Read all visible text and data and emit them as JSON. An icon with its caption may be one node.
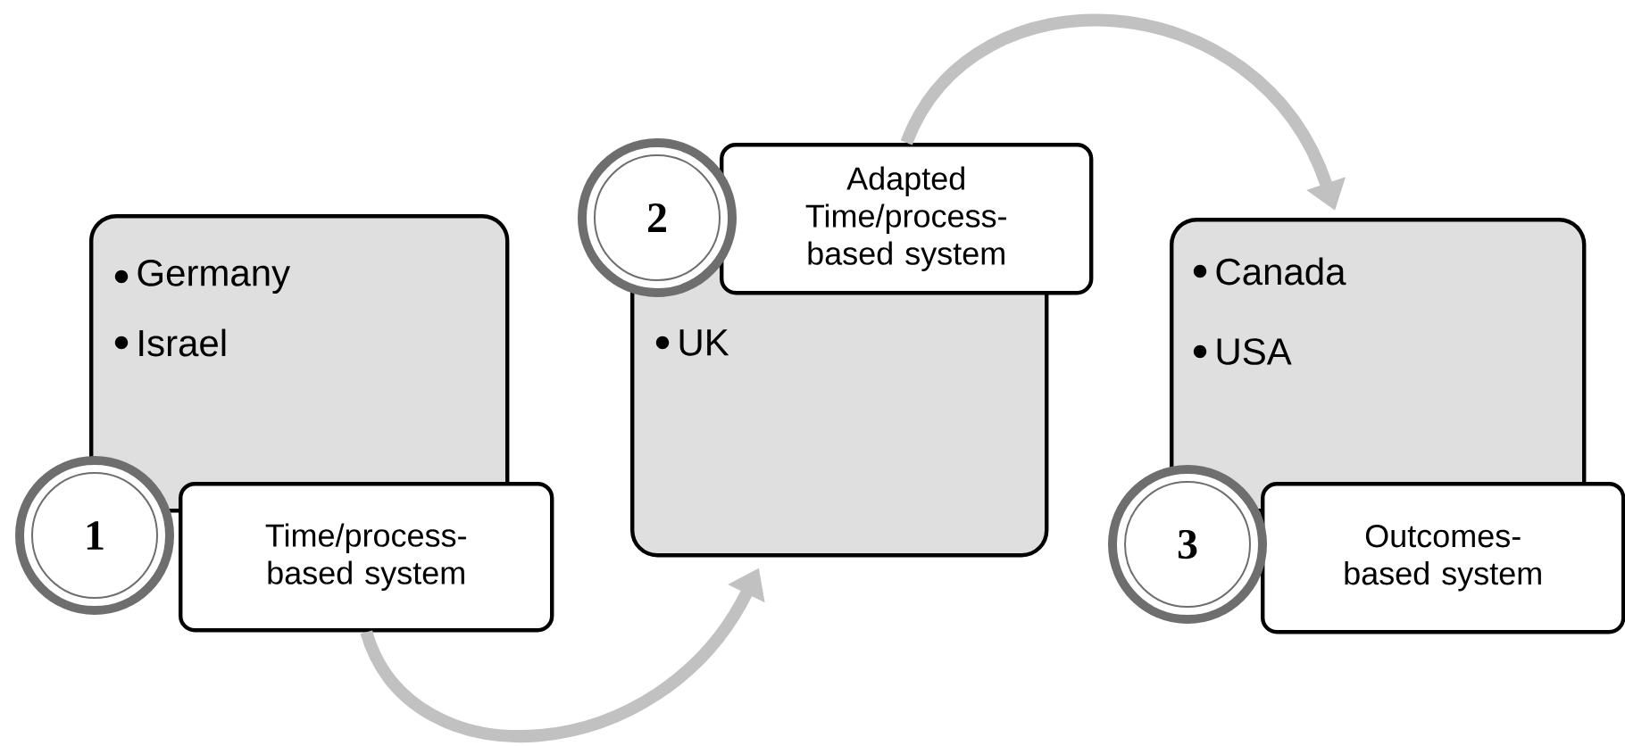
{
  "diagram": {
    "nodes": [
      {
        "text": [
          "Germany",
          "Israel"
        ]
      },
      {
        "text": [
          "1"
        ]
      },
      {
        "text": [
          "Time/process-based system"
        ]
      },
      {
        "text": [
          "UK"
        ]
      },
      {
        "text": [
          "2"
        ]
      },
      {
        "text": [
          "Adapted Time/process-based system"
        ]
      },
      {
        "text": [
          "Canada",
          "USA"
        ]
      },
      {
        "text": [
          "3"
        ]
      },
      {
        "text": [
          "Outcomes-based system"
        ]
      }
    ],
    "edges": [
      {
        "from": 2,
        "to": 3,
        "arrow": "to"
      },
      {
        "from": 5,
        "to": 6,
        "arrow": "to"
      }
    ]
  }
}
